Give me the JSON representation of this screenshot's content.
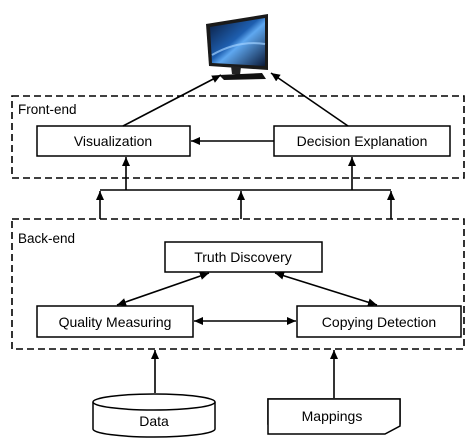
{
  "regions": {
    "frontend": {
      "label": "Front-end"
    },
    "backend": {
      "label": "Back-end"
    }
  },
  "nodes": {
    "visualization": "Visualization",
    "decision_explanation": "Decision Explanation",
    "truth_discovery": "Truth Discovery",
    "quality_measuring": "Quality Measuring",
    "copying_detection": "Copying Detection",
    "data": "Data",
    "mappings": "Mappings"
  },
  "icons": {
    "monitor": "monitor-icon",
    "data_store": "database-cylinder-icon",
    "mappings_doc": "document-icon"
  }
}
